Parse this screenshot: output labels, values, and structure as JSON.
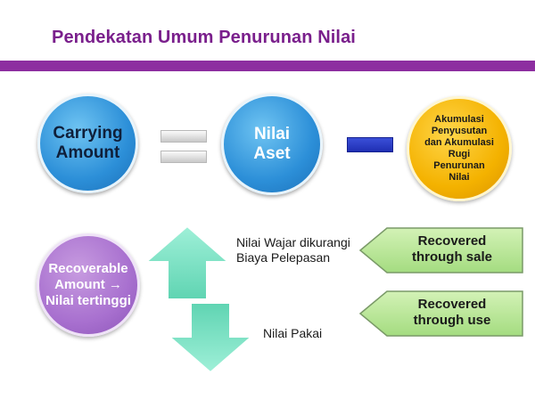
{
  "title": "Pendekatan Umum Penurunan Nilai",
  "nodes": {
    "carrying_amount": "Carrying Amount",
    "nilai_aset": "Nilai Aset",
    "akumulasi": "Akumulasi Penyusutan dan Akumulasi Rugi Penurunan Nilai",
    "recoverable": "Recoverable Amount → Nilai tertinggi"
  },
  "labels": {
    "nilai_wajar": "Nilai Wajar dikurangi Biaya Pelepasan",
    "nilai_pakai": "Nilai Pakai"
  },
  "tags": {
    "sale": "Recovered through sale",
    "use": "Recovered through use"
  },
  "colors": {
    "title": "#7a1f8c",
    "bar": "#8d2ea0",
    "blue_circle": "#2c8fd8",
    "orange_circle": "#f4b200",
    "purple_circle": "#a870cf",
    "arrow_green": "#7fe0c4",
    "tag_green": "#b9e89a",
    "minus_blue": "#1f2fb3"
  }
}
